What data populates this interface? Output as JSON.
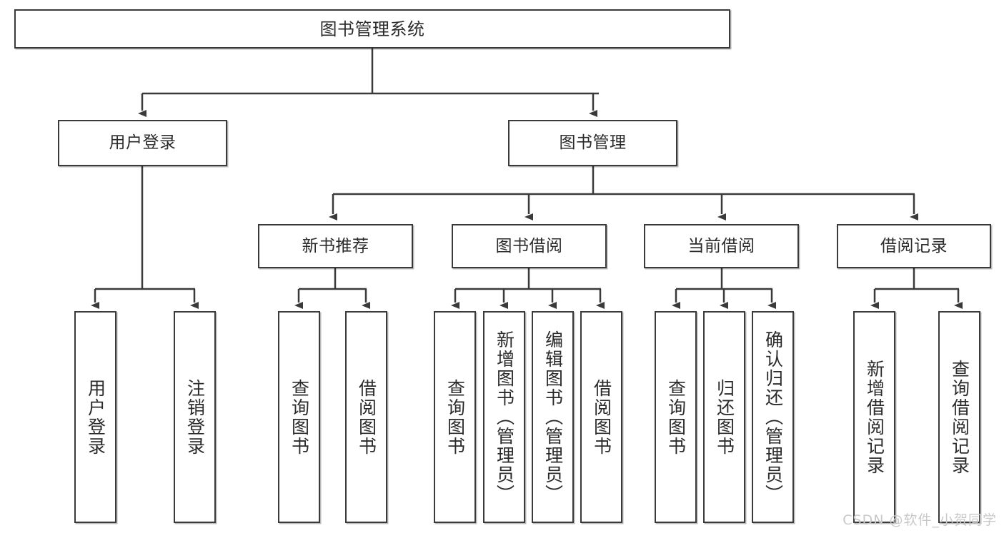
{
  "diagram": {
    "title": "图书管理系统",
    "type": "tree-hierarchy-chart",
    "colors": {
      "box_border": "#3a3a3a",
      "box_fill": "#ffffff",
      "connector": "#3a3a3a",
      "text": "#2b2b2b",
      "watermark": "#c9c9c9"
    },
    "levels": {
      "level1": [
        {
          "id": "root",
          "label": "图书管理系统"
        }
      ],
      "level2": [
        {
          "id": "user-login",
          "label": "用户登录"
        },
        {
          "id": "book-manage",
          "label": "图书管理"
        }
      ],
      "level3": [
        {
          "id": "new-book-recommend",
          "label": "新书推荐"
        },
        {
          "id": "book-borrow",
          "label": "图书借阅"
        },
        {
          "id": "current-borrow",
          "label": "当前借阅"
        },
        {
          "id": "borrow-record",
          "label": "借阅记录"
        }
      ],
      "level4": [
        {
          "id": "leaf-user-login",
          "label": "用户登录",
          "parent": "user-login"
        },
        {
          "id": "leaf-logout",
          "label": "注销登录",
          "parent": "user-login"
        },
        {
          "id": "leaf-query-book-1",
          "label": "查询图书",
          "parent": "new-book-recommend"
        },
        {
          "id": "leaf-borrow-book-1",
          "label": "借阅图书",
          "parent": "new-book-recommend"
        },
        {
          "id": "leaf-query-book-2",
          "label": "查询图书",
          "parent": "book-borrow"
        },
        {
          "id": "leaf-add-book",
          "label": "新增图书（管理员）",
          "parent": "book-borrow"
        },
        {
          "id": "leaf-edit-book",
          "label": "编辑图书（管理员）",
          "parent": "book-borrow"
        },
        {
          "id": "leaf-borrow-book-2",
          "label": "借阅图书",
          "parent": "book-borrow"
        },
        {
          "id": "leaf-query-book-3",
          "label": "查询图书",
          "parent": "current-borrow"
        },
        {
          "id": "leaf-return-book",
          "label": "归还图书",
          "parent": "current-borrow"
        },
        {
          "id": "leaf-confirm-return",
          "label": "确认归还（管理员）",
          "parent": "current-borrow"
        },
        {
          "id": "leaf-add-record",
          "label": "新增借阅记录",
          "parent": "borrow-record"
        },
        {
          "id": "leaf-query-record",
          "label": "查询借阅记录",
          "parent": "borrow-record"
        }
      ]
    },
    "watermark": "CSDN @软件_小贺同学"
  }
}
